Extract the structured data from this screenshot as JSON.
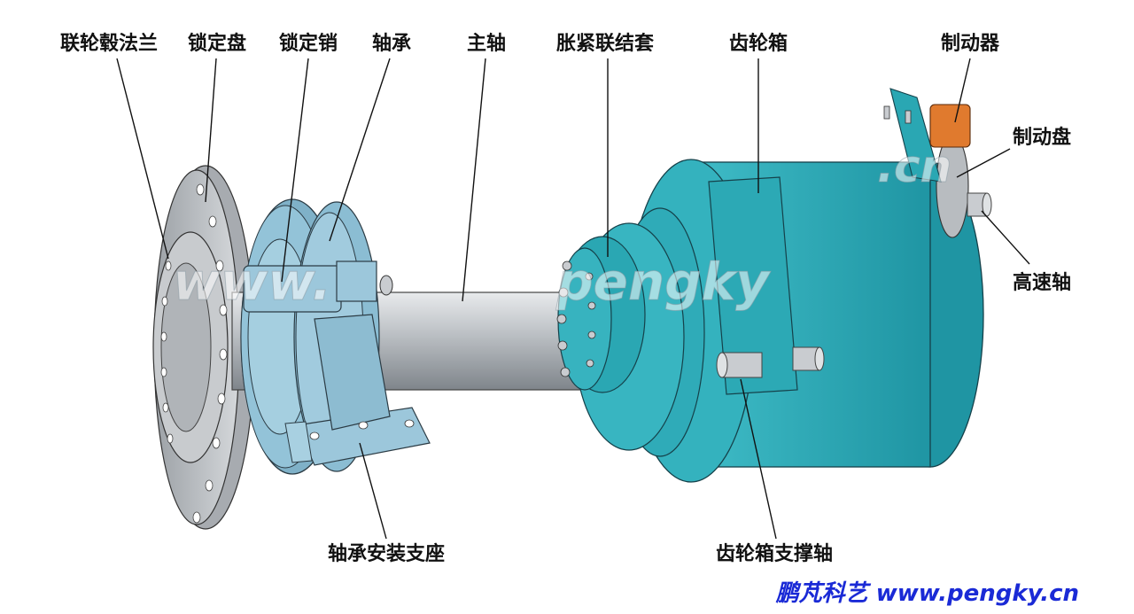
{
  "labels": {
    "coupling_flange": "联轮毂法兰",
    "locking_disc": "锁定盘",
    "locking_pin": "锁定销",
    "bearing": "轴承",
    "main_shaft": "主轴",
    "shrink_disc": "胀紧联结套",
    "gearbox": "齿轮箱",
    "brake": "制动器",
    "brake_disc": "制动盘",
    "high_speed_shaft": "高速轴",
    "bearing_support": "轴承安装支座",
    "gearbox_support_shaft": "齿轮箱支撑轴"
  },
  "watermark": {
    "left": "www.",
    "middle": "pengky",
    "right": ".cn"
  },
  "footer": {
    "text": "鹏芃科艺 www.pengky.cn",
    "color": "#1a2ad6"
  },
  "colors": {
    "gearbox": "#2aa7b3",
    "bearing_housing": "#8fbfd6",
    "flange": "#b9bcc0",
    "shaft": "#c9ccd0",
    "brake": "#e07a2e"
  }
}
